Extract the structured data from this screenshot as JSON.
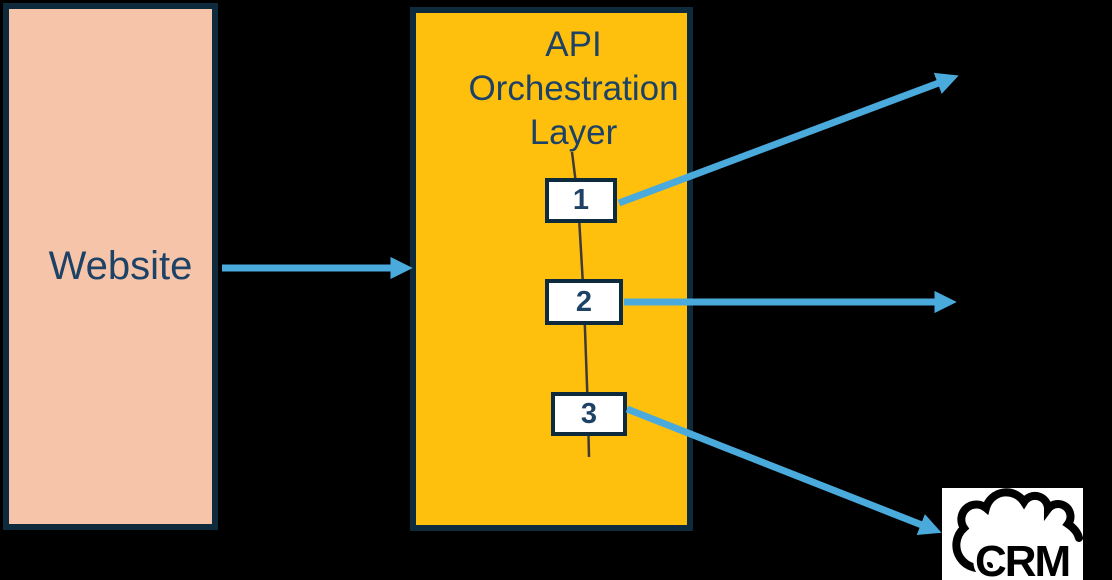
{
  "diagram": {
    "description": "API orchestration flow diagram",
    "background": "#000000"
  },
  "palette": {
    "node_border": "#0d2b3c",
    "text_navy": "#1e4265",
    "website_fill": "#f6c5a9",
    "api_layer_fill": "#fec00d",
    "step_fill": "#ffffff",
    "arrow_blue": "#4aaadc",
    "connector_line": "#3e3a36",
    "crm_fill": "#ffffff",
    "crm_ink": "#000000"
  },
  "nodes": {
    "website": {
      "label": "Website"
    },
    "api_layer": {
      "label": "API Orchestration Layer"
    },
    "steps": [
      {
        "label": "1"
      },
      {
        "label": "2"
      },
      {
        "label": "3"
      }
    ],
    "crm": {
      "label": "CRM"
    }
  },
  "edges": [
    {
      "from": "website",
      "to": "api-orchestration-layer",
      "type": "arrow"
    },
    {
      "from": "step-1",
      "to": "offscreen-upper-right",
      "type": "arrow"
    },
    {
      "from": "step-2",
      "to": "offscreen-right",
      "type": "arrow"
    },
    {
      "from": "step-3",
      "to": "crm",
      "type": "arrow"
    }
  ]
}
